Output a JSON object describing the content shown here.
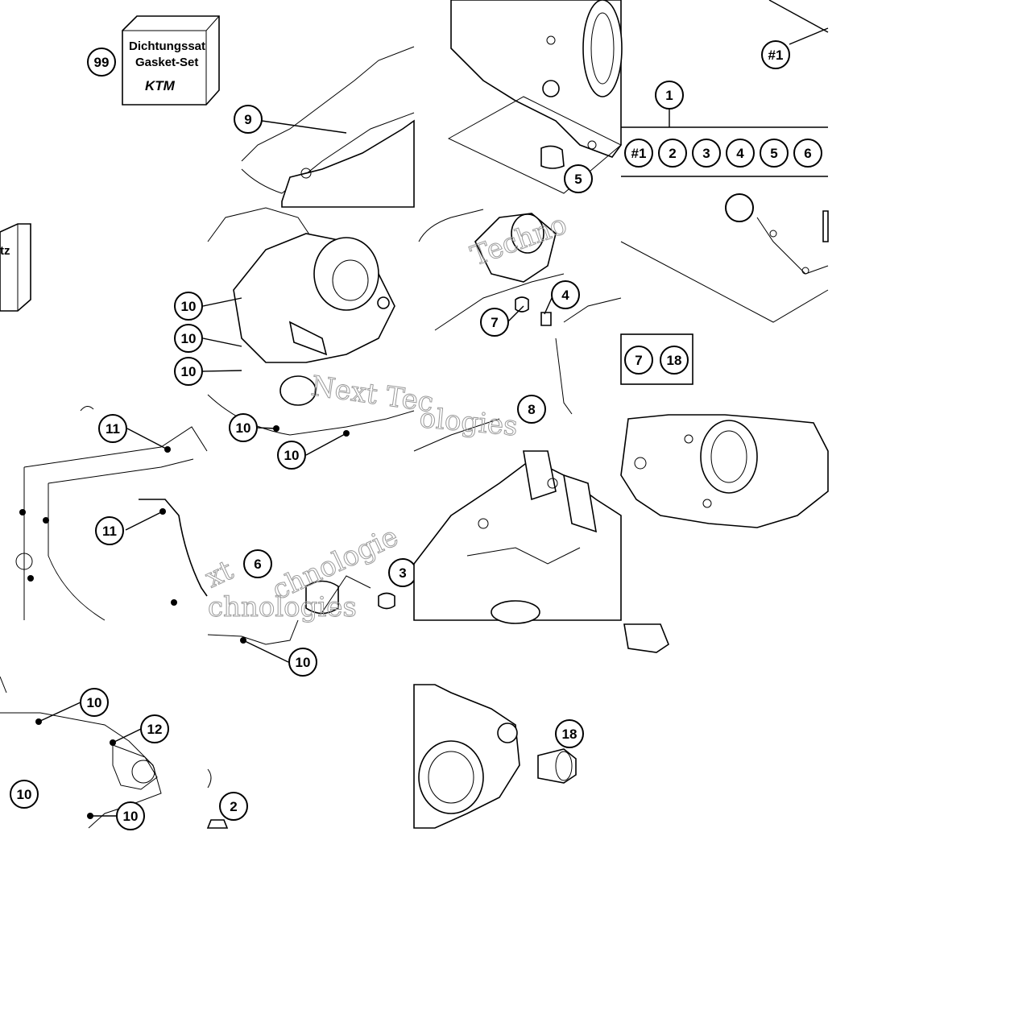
{
  "gasket_kit": {
    "callout": "99",
    "title_de": "Dichtungssat",
    "title_en": "Gasket-Set",
    "logo": "KTM",
    "side_box_text": "tz"
  },
  "set_legend": {
    "parent": "1",
    "ref": "#1",
    "items": [
      "#1",
      "2",
      "3",
      "4",
      "5",
      "6"
    ]
  },
  "small_legend": {
    "items": [
      "7",
      "18"
    ]
  },
  "callouts": {
    "c9": "9",
    "c5": "5",
    "c4": "4",
    "c7": "7",
    "c8": "8",
    "c10a": "10",
    "c10b": "10",
    "c10c": "10",
    "c10d": "10",
    "c10e": "10",
    "c10f": "10",
    "c10g": "10",
    "c10h": "10",
    "c10i": "10",
    "c11a": "11",
    "c11b": "11",
    "c12": "12",
    "c6": "6",
    "c3": "3",
    "c2": "2",
    "c18": "18",
    "c6top": "6"
  },
  "watermark": {
    "w1": "Techno",
    "w2": "Next Tec",
    "w3": "ologies",
    "w4": "xt",
    "w5": "chnologies",
    "w6": "chnologie"
  }
}
